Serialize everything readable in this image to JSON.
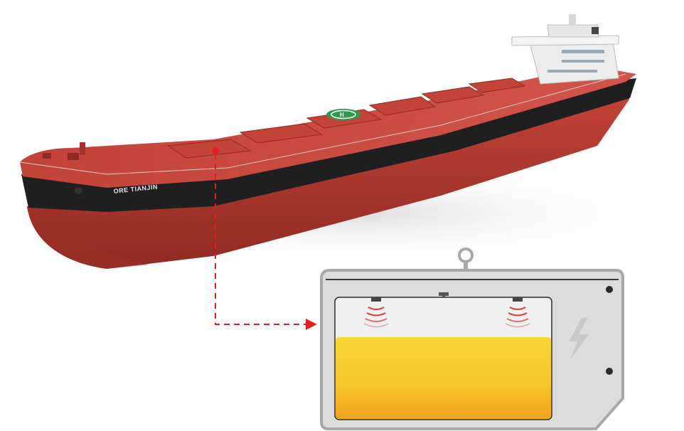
{
  "ship": {
    "name": "ORE TIANJIN",
    "colors": {
      "hull_red": "#b83c32",
      "hull_dark_red": "#8f2a24",
      "deck_red": "#c9473d",
      "hatch_red": "#c24338",
      "black_band": "#1f1f1f",
      "superstructure": "#ececec"
    },
    "helipad_icon": "helipad-icon"
  },
  "connector": {
    "color": "#e02020",
    "style": "dashed",
    "marker_icon": "red-dot-icon",
    "arrow_icon": "arrow-right-icon"
  },
  "tank_diagram": {
    "frame_color": "#dcdcdc",
    "frame_border": "#a9a9a9",
    "fill_top_color": "#f6c52c",
    "fill_bottom_color": "#f3a61e",
    "fill_level": 0.72,
    "sensor_icon": "radar-sensor-icon",
    "power_icon": "lightning-bolt-icon",
    "hanger_icon": "ring-hanger-icon"
  }
}
